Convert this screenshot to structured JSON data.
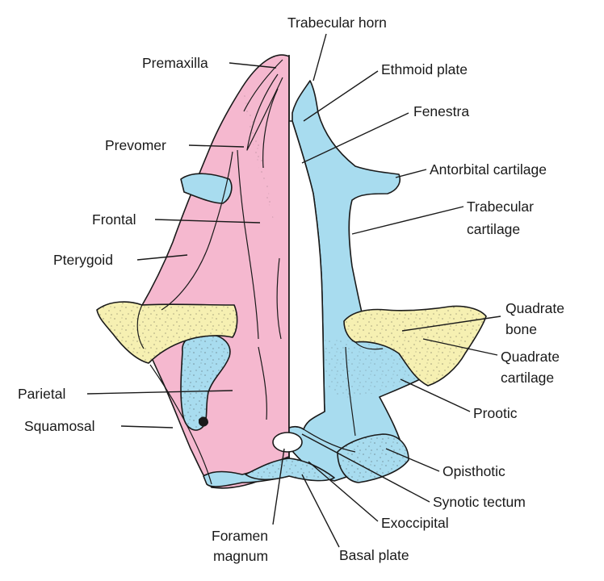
{
  "colors": {
    "dermal_bone": "#f5b8cf",
    "cartilage": "#a8dcef",
    "quadrate": "#f6f0b2",
    "outline": "#1a1a1a",
    "background": "#ffffff"
  },
  "labels": {
    "trabecular_horn": [
      "Trabecular horn"
    ],
    "premaxilla": [
      "Premaxilla"
    ],
    "ethmoid_plate": [
      "Ethmoid plate"
    ],
    "fenestra": [
      "Fenestra"
    ],
    "prevomer": [
      "Prevomer"
    ],
    "antorbital_cartilage": [
      "Antorbital cartilage"
    ],
    "frontal": [
      "Frontal"
    ],
    "trabecular_cartilage": [
      "Trabecular",
      "cartilage"
    ],
    "pterygoid": [
      "Pterygoid"
    ],
    "quadrate_bone": [
      "Quadrate",
      "bone"
    ],
    "quadrate_cartilage": [
      "Quadrate",
      "cartilage"
    ],
    "parietal": [
      "Parietal"
    ],
    "prootic": [
      "Prootic"
    ],
    "squamosal": [
      "Squamosal"
    ],
    "opisthotic": [
      "Opisthotic"
    ],
    "synotic_tectum": [
      "Synotic tectum"
    ],
    "exoccipital": [
      "Exoccipital"
    ],
    "foramen_magnum": [
      "Foramen",
      "magnum"
    ],
    "basal_plate": [
      "Basal plate"
    ]
  }
}
